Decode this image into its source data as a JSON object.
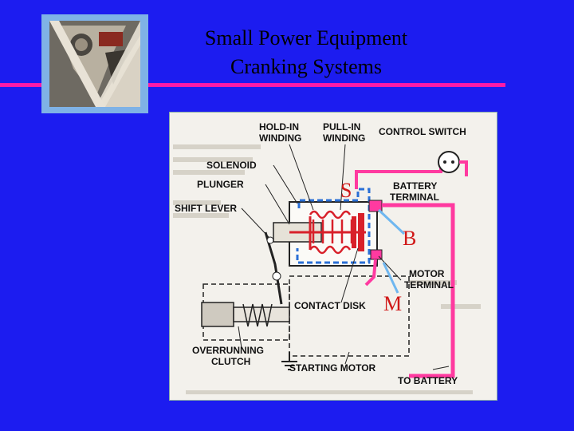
{
  "slide": {
    "title_line1": "Small Power Equipment",
    "title_line2": "Cranking Systems"
  },
  "diagram": {
    "labels": {
      "hold_in": [
        "HOLD-IN",
        "WINDING"
      ],
      "pull_in": [
        "PULL-IN",
        "WINDING"
      ],
      "control_switch": "CONTROL SWITCH",
      "solenoid": "SOLENOID",
      "plunger": "PLUNGER",
      "battery_terminal": [
        "BATTERY",
        "TERMINAL"
      ],
      "shift_lever": "SHIFT LEVER",
      "motor_terminal": [
        "MOTOR",
        "TERMINAL"
      ],
      "contact_disk": "CONTACT DISK",
      "overrunning_clutch": [
        "OVERRUNNING",
        "CLUTCH"
      ],
      "starting_motor": "STARTING MOTOR",
      "to_battery": "TO BATTERY"
    },
    "markers": {
      "s": "S",
      "b": "B",
      "m": "M"
    },
    "colors": {
      "wire": "#ff3aa0",
      "coil": "#d8202a",
      "hold_circuit": "#2a6fd6",
      "pointer": "#6fb7f0"
    }
  }
}
